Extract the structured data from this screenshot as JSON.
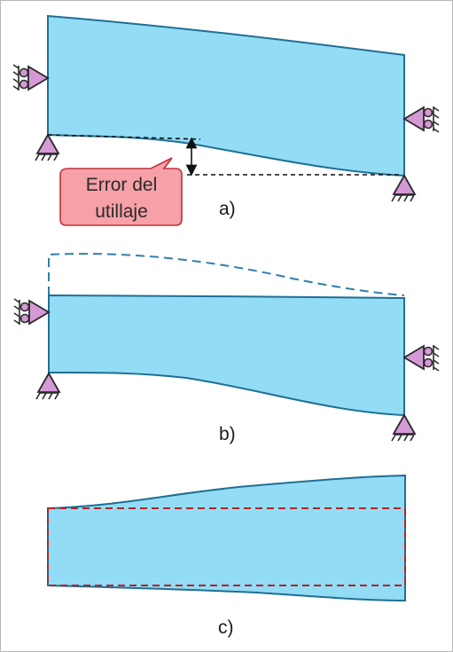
{
  "panels": {
    "a": {
      "label": "a)",
      "callout": {
        "line1": "Error del",
        "line2": "utillaje"
      }
    },
    "b": {
      "label": "b)"
    },
    "c": {
      "label": "c)"
    }
  },
  "colors": {
    "plate_fill": "#93dcf6",
    "plate_stroke": "#1f6f94",
    "support_fill": "#d59ad6",
    "callout_fill": "#f6a0a8",
    "callout_stroke": "#c0303c",
    "reference_dash": "#b22424",
    "original_shape_dash": "#2e7fa8"
  },
  "icons": {
    "pinned_support": "triangle-pin-support-icon",
    "roller_support": "triangle-roller-support-icon"
  }
}
